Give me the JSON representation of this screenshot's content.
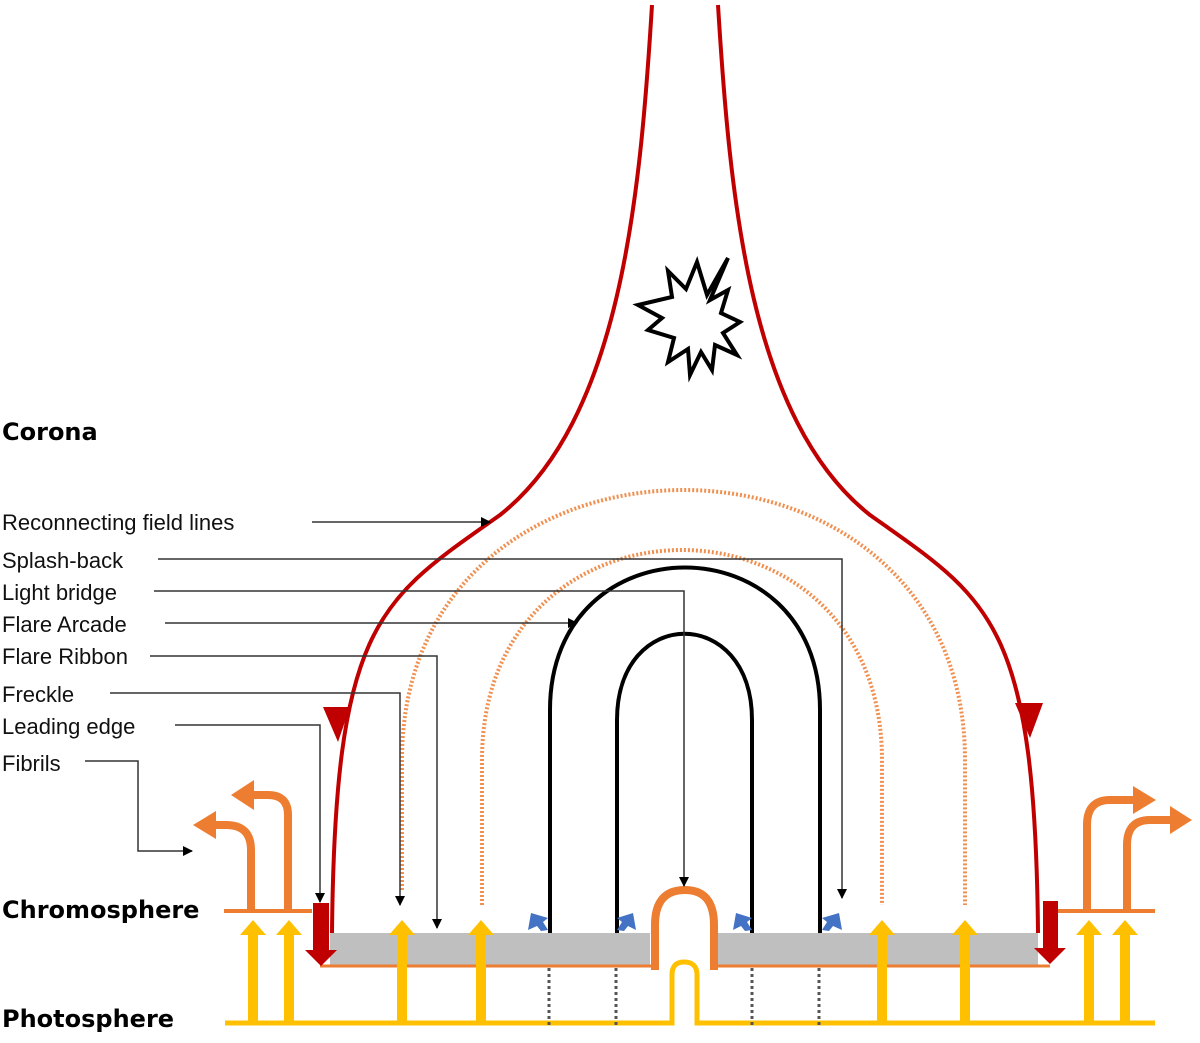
{
  "layers": {
    "corona": "Corona",
    "chromosphere": "Chromosphere",
    "photosphere": "Photosphere"
  },
  "annotations": [
    {
      "id": "reconnecting",
      "text": "Reconnecting field lines"
    },
    {
      "id": "splashback",
      "text": "Splash-back"
    },
    {
      "id": "lightbridge",
      "text": "Light bridge"
    },
    {
      "id": "arcade",
      "text": "Flare Arcade"
    },
    {
      "id": "ribbon",
      "text": "Flare Ribbon"
    },
    {
      "id": "freckle",
      "text": "Freckle"
    },
    {
      "id": "leading",
      "text": "Leading edge"
    },
    {
      "id": "fibrils",
      "text": "Fibrils"
    }
  ],
  "icons": {
    "reconnection_site": "explosion-star-icon"
  },
  "colors": {
    "field_line": "#C00000",
    "loop": "#000000",
    "chromosphere": "#ED7D31",
    "photosphere": "#FFC000",
    "ribbon_fill": "#BFBFBF",
    "splash": "#4472C4",
    "dotted_loop": "#ED7D31"
  }
}
